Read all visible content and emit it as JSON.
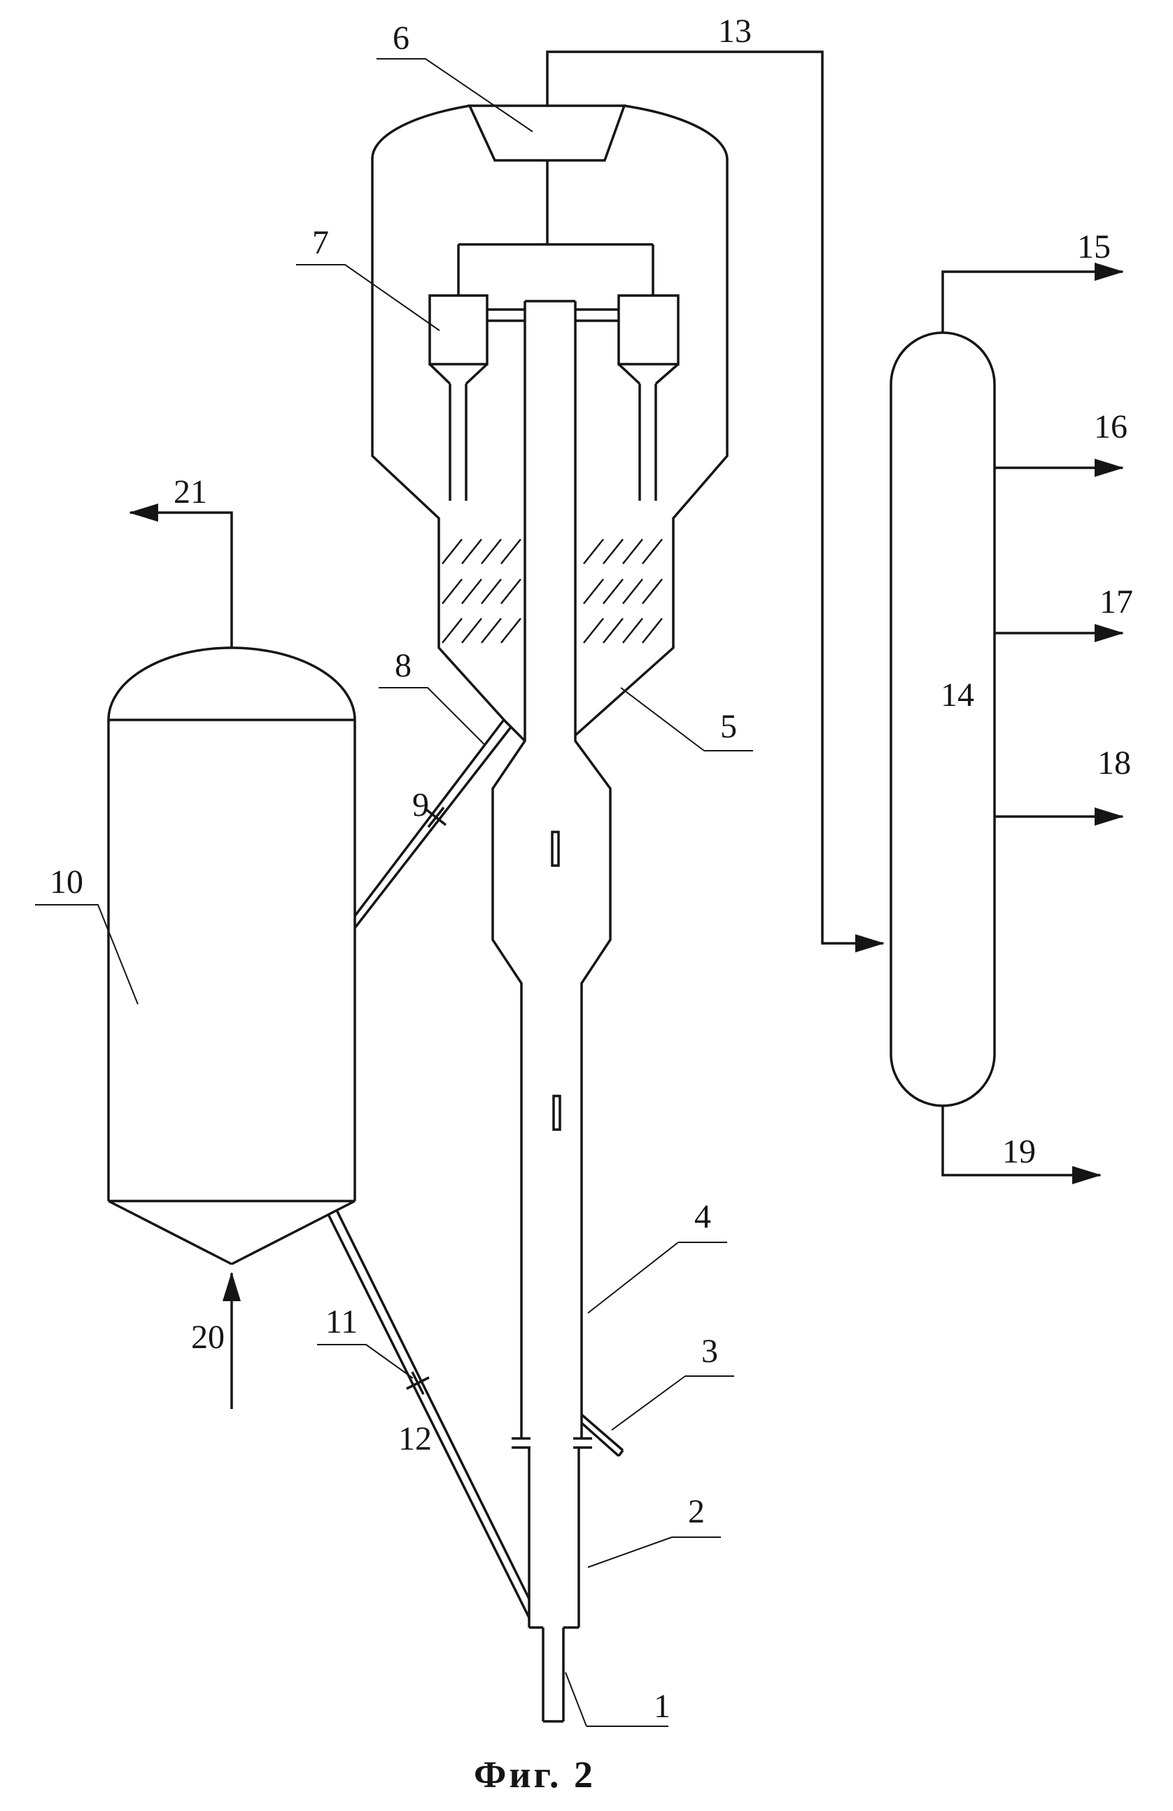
{
  "figure": {
    "caption": "Фиг. 2"
  },
  "labels": {
    "1": "1",
    "2": "2",
    "3": "3",
    "4": "4",
    "5": "5",
    "6": "6",
    "7": "7",
    "8": "8",
    "9": "9",
    "10": "10",
    "11": "11",
    "12": "12",
    "13": "13",
    "14": "14",
    "15": "15",
    "16": "16",
    "17": "17",
    "18": "18",
    "19": "19",
    "20": "20",
    "21": "21"
  },
  "colors": {
    "line": "#151515",
    "background": "#ffffff"
  }
}
